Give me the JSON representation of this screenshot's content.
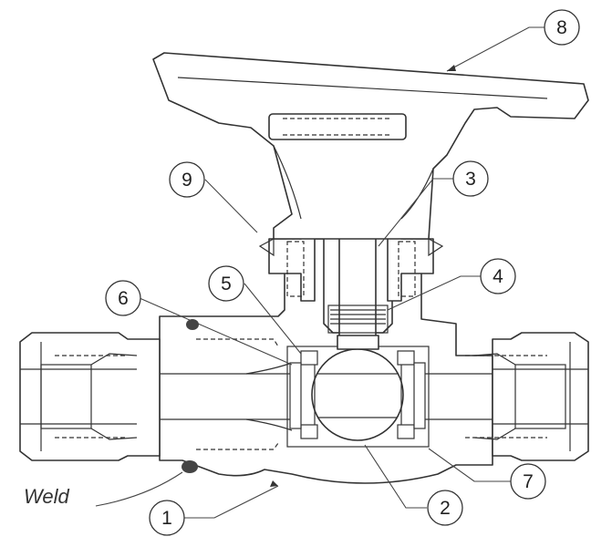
{
  "callouts": [
    {
      "id": "1",
      "label": "1"
    },
    {
      "id": "2",
      "label": "2"
    },
    {
      "id": "3",
      "label": "3"
    },
    {
      "id": "4",
      "label": "4"
    },
    {
      "id": "5",
      "label": "5"
    },
    {
      "id": "6",
      "label": "6"
    },
    {
      "id": "7",
      "label": "7"
    },
    {
      "id": "8",
      "label": "8"
    },
    {
      "id": "9",
      "label": "9"
    }
  ],
  "annotations": {
    "weld": "Weld"
  },
  "colors": {
    "line": "#333333",
    "weld_bead": "#444444",
    "background": "#ffffff"
  }
}
